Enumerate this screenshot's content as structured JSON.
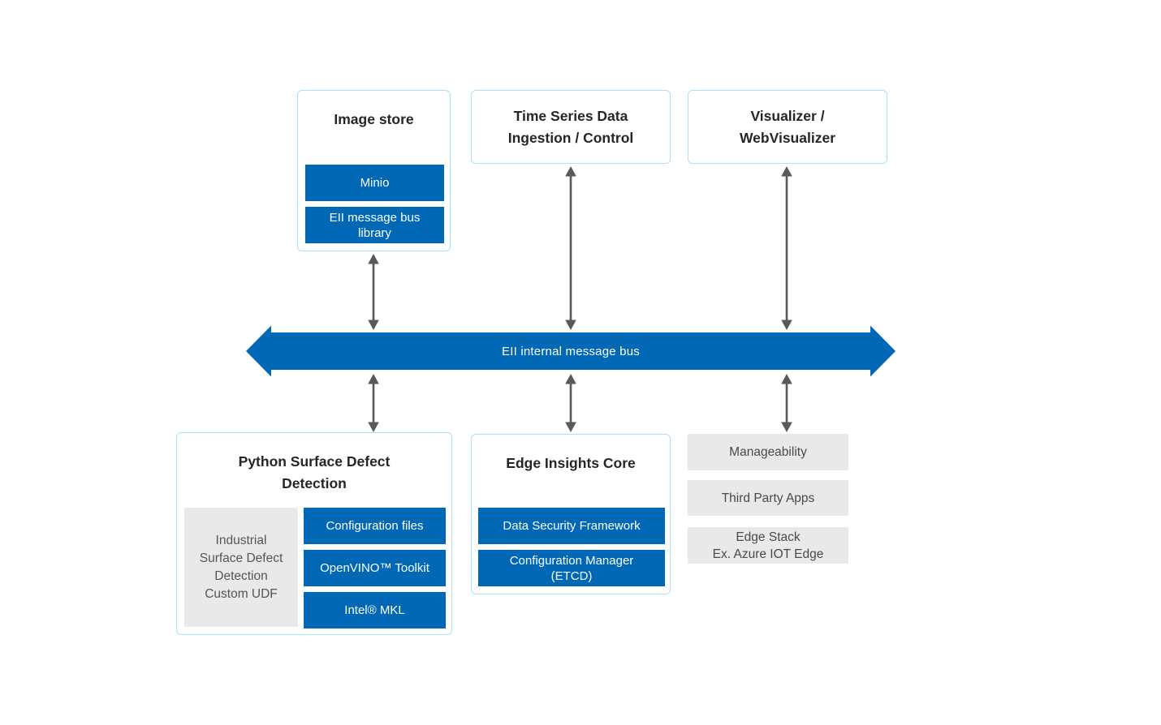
{
  "colors": {
    "accent_blue": "#0068b5",
    "box_border_light_blue": "#a6e2f8",
    "gray_fill": "#e9e9e9",
    "gray_text": "#4a4a4a",
    "title_text": "#262626",
    "arrow_gray": "#58595b",
    "bus_text": "#ffffff"
  },
  "bus": {
    "label": "EII internal message bus"
  },
  "image_store": {
    "title": [
      "Image store"
    ],
    "items": {
      "minio": [
        "Minio"
      ],
      "eii_message_bus_library": [
        "EII message bus",
        "library"
      ]
    }
  },
  "time_series": {
    "title": [
      "Time Series Data",
      "Ingestion / Control"
    ]
  },
  "visualizer": {
    "title": [
      "Visualizer /",
      "WebVisualizer"
    ]
  },
  "python_sdd": {
    "title": [
      "Python Surface Defect",
      "Detection"
    ],
    "udf": [
      "Industrial",
      "Surface Defect",
      "Detection",
      "Custom UDF"
    ],
    "items": {
      "config_files": [
        "Configuration files"
      ],
      "openvino": [
        "OpenVINO™ Toolkit"
      ],
      "intel_mkl": [
        "Intel® MKL"
      ]
    }
  },
  "edge_core": {
    "title": [
      "Edge Insights Core"
    ],
    "items": {
      "data_security_framework": [
        "Data Security Framework"
      ],
      "config_manager": [
        "Configuration Manager",
        "(ETCD)"
      ]
    }
  },
  "right_stack": {
    "manageability": [
      "Manageability"
    ],
    "third_party_apps": [
      "Third Party Apps"
    ],
    "edge_stack": [
      "Edge Stack",
      "Ex. Azure IOT Edge"
    ]
  }
}
